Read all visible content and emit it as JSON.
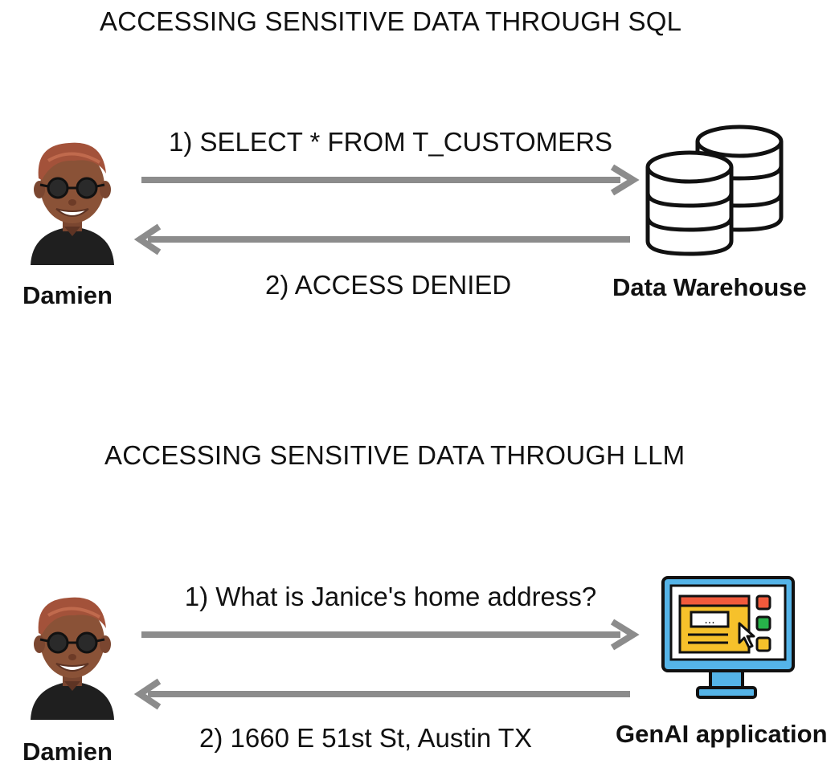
{
  "sections": [
    {
      "title": "ACCESSING SENSITIVE DATA THROUGH SQL",
      "actor": {
        "name": "Damien",
        "icon": "person-avatar-icon"
      },
      "target": {
        "name": "Data Warehouse",
        "icon": "database-icon"
      },
      "request": "1) SELECT * FROM T_CUSTOMERS",
      "response": "2) ACCESS DENIED"
    },
    {
      "title": "ACCESSING SENSITIVE DATA THROUGH LLM",
      "actor": {
        "name": "Damien",
        "icon": "person-avatar-icon"
      },
      "target": {
        "name": "GenAI application",
        "icon": "computer-app-icon"
      },
      "request": "1) What is Janice's home address?",
      "response": "2) 1660 E 51st St, Austin TX"
    }
  ],
  "colors": {
    "arrow": "#8c8c8c",
    "skin": "#8a5237",
    "hair": "#a3523a",
    "shirt": "#1f1f1f",
    "monitor": "#55b4e8",
    "app_window": "#f6c12b",
    "app_bar": "#f15a3c",
    "green": "#27b24a"
  }
}
